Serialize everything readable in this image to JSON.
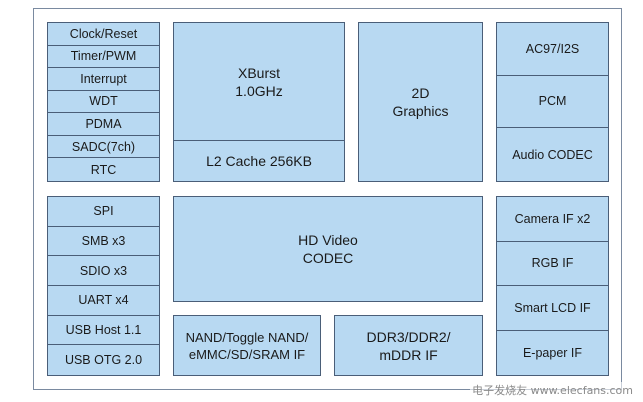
{
  "left_top": [
    "Clock/Reset",
    "Timer/PWM",
    "Interrupt",
    "WDT",
    "PDMA",
    "SADC(7ch)",
    "RTC"
  ],
  "left_bottom": [
    "SPI",
    "SMB x3",
    "SDIO x3",
    "UART x4",
    "USB Host 1.1",
    "USB OTG 2.0"
  ],
  "cpu": {
    "name": "XBurst\n1.0GHz",
    "cache": "L2 Cache 256KB"
  },
  "graphics": "2D\nGraphics",
  "video": "HD Video\nCODEC",
  "nand": "NAND/Toggle NAND/\neMMC/SD/SRAM IF",
  "ddr": "DDR3/DDR2/\nmDDR IF",
  "right_top": [
    "AC97/I2S",
    "PCM",
    "Audio CODEC"
  ],
  "right_bottom": [
    "Camera IF x2",
    "RGB IF",
    "Smart LCD IF",
    "E-paper IF"
  ],
  "watermark": "电子发烧友 www.elecfans.com"
}
